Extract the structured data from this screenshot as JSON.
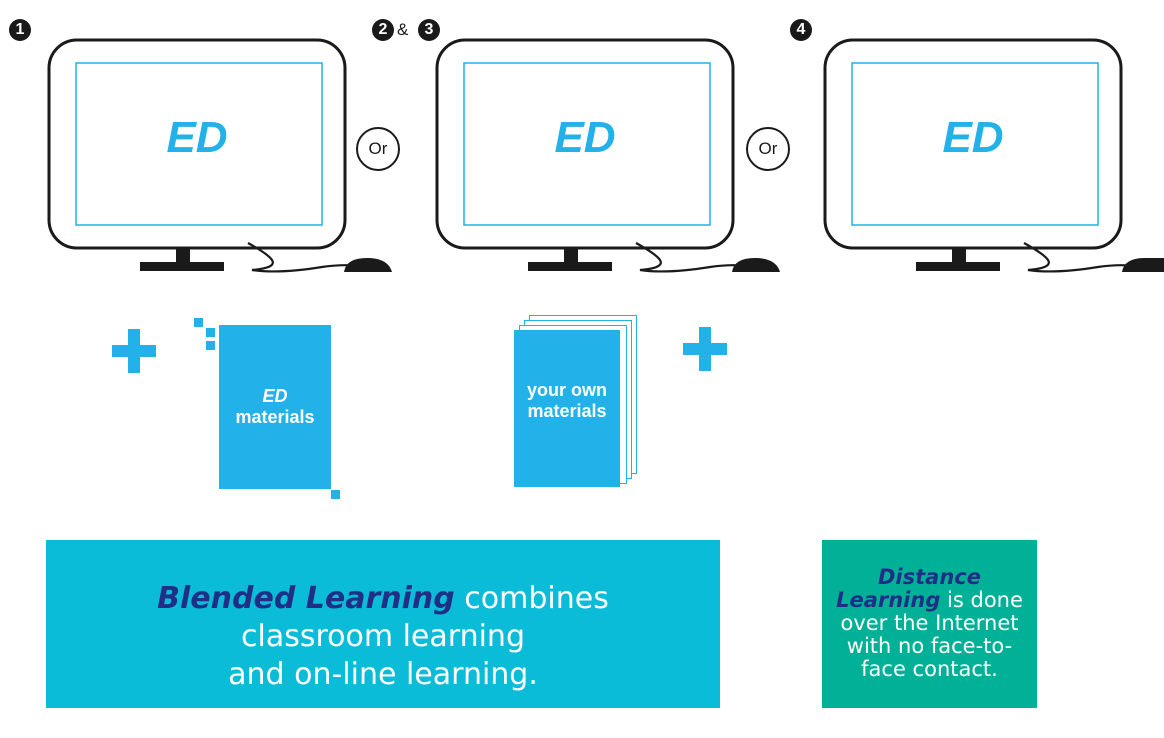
{
  "steps": {
    "first": "1",
    "second_a": "2",
    "amp": "&",
    "second_b": "3",
    "fourth": "4"
  },
  "monitors": [
    {
      "screen_label": "ED"
    },
    {
      "screen_label": "ED"
    },
    {
      "screen_label": "ED"
    }
  ],
  "or_labels": [
    "Or",
    "Or"
  ],
  "materials": {
    "ed": {
      "line1": "ED",
      "line2": "materials"
    },
    "own": {
      "line1": "your own",
      "line2": "materials"
    }
  },
  "blended": {
    "emphasis": "Blended Learning",
    "rest_line1": " combines",
    "line2": "classroom learning",
    "line3": "and on-line learning."
  },
  "distance": {
    "emphasis_line1": "Distance",
    "emphasis_line2": "Learning",
    "rest_line2": " is done",
    "line3": "over the Internet",
    "line4": "with no face-to-",
    "line5": "face contact."
  },
  "colors": {
    "accent_blue": "#22b1e9",
    "blended_box": "#0bbcd9",
    "distance_box": "#00b197",
    "emphasis_text": "#1f2f86",
    "outline": "#1a1a1a"
  },
  "icons": [
    "monitor-icon",
    "mouse-icon",
    "plus-icon",
    "document-icon",
    "document-stack-icon"
  ]
}
